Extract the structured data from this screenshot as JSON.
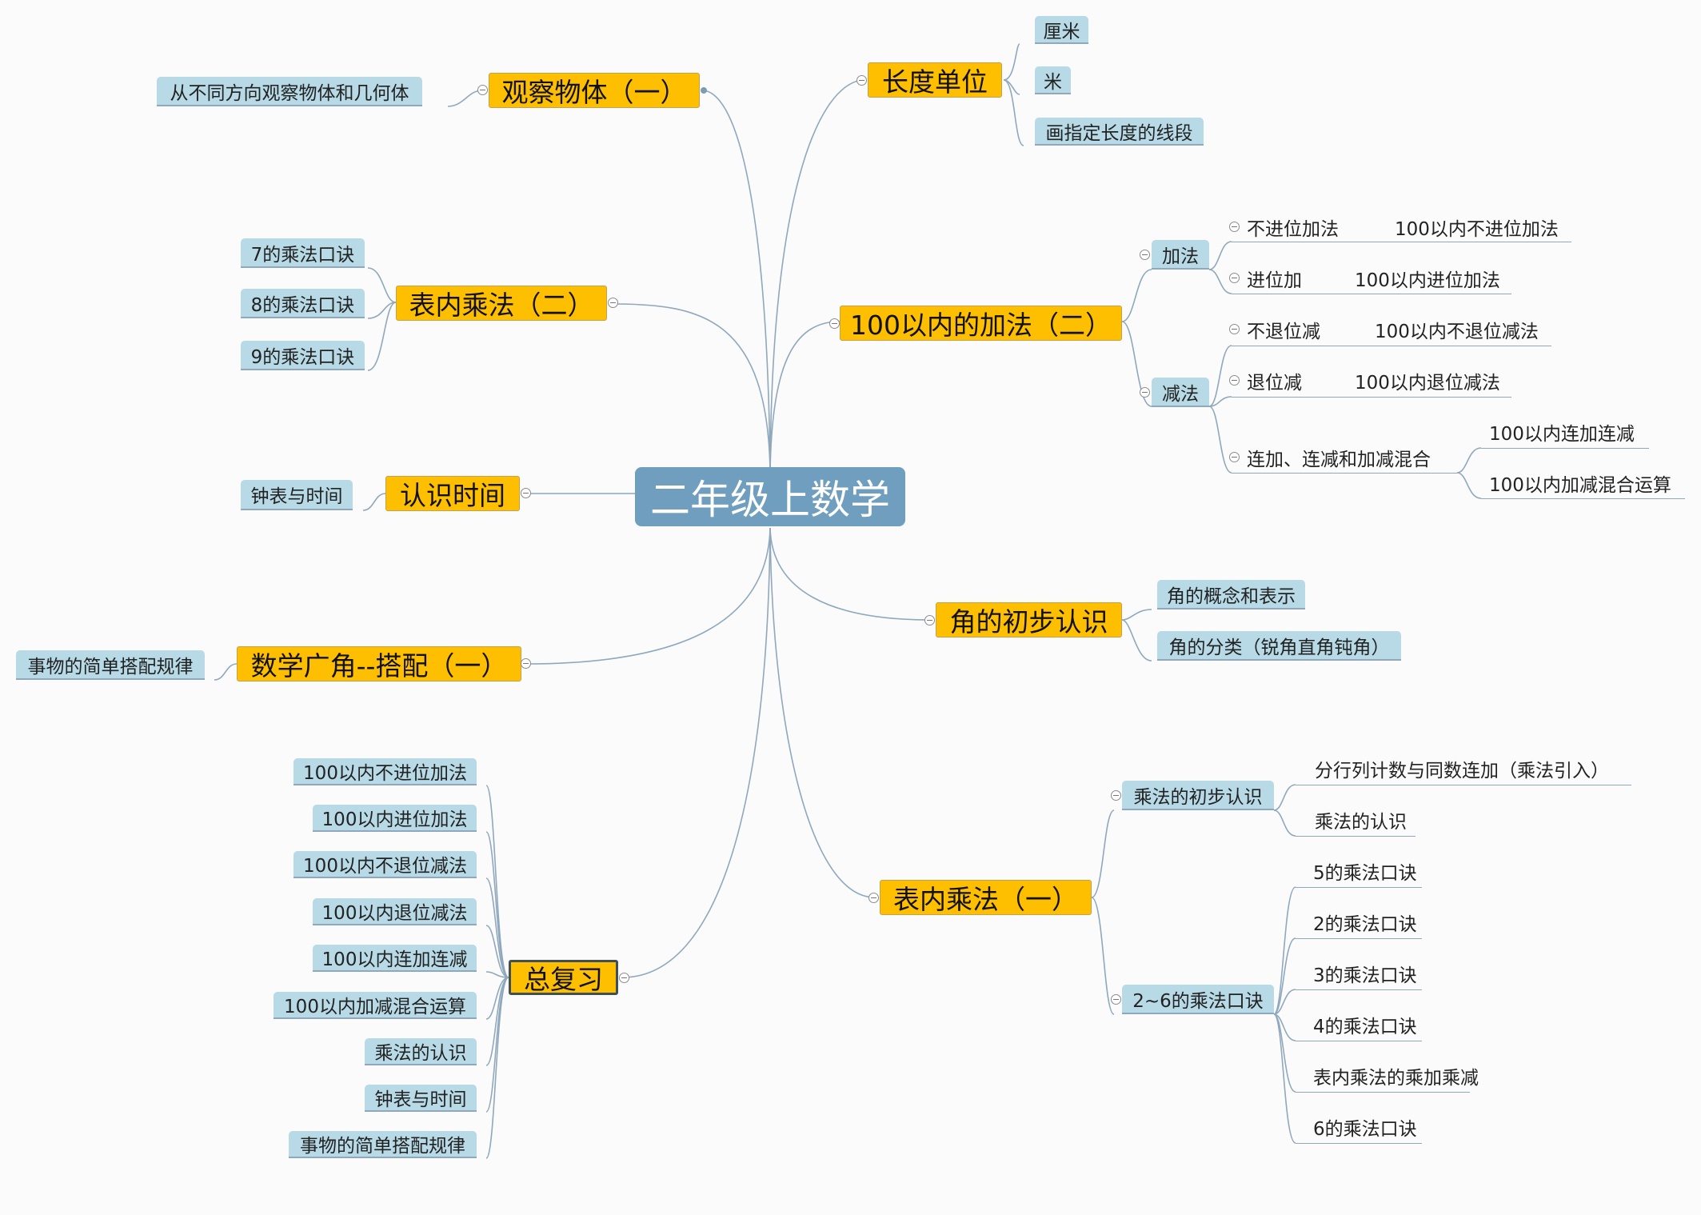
{
  "root": {
    "label": "二年级上数学"
  },
  "branches": [
    {
      "id": "b1",
      "label": "观察物体（一）",
      "children": [
        {
          "label": "从不同方向观察物体和几何体"
        }
      ]
    },
    {
      "id": "b2",
      "label": "表内乘法（二）",
      "children": [
        {
          "label": "7的乘法口诀"
        },
        {
          "label": "8的乘法口诀"
        },
        {
          "label": "9的乘法口诀"
        }
      ]
    },
    {
      "id": "b3",
      "label": "认识时间",
      "children": [
        {
          "label": "钟表与时间"
        }
      ]
    },
    {
      "id": "b4",
      "label": "数学广角--搭配（一）",
      "children": [
        {
          "label": "事物的简单搭配规律"
        }
      ]
    },
    {
      "id": "b5",
      "label": "总复习",
      "children": [
        {
          "label": "100以内不进位加法"
        },
        {
          "label": "100以内进位加法"
        },
        {
          "label": "100以内不退位减法"
        },
        {
          "label": "100以内退位减法"
        },
        {
          "label": "100以内连加连减"
        },
        {
          "label": "100以内加减混合运算"
        },
        {
          "label": "乘法的认识"
        },
        {
          "label": "钟表与时间"
        },
        {
          "label": "事物的简单搭配规律"
        }
      ]
    },
    {
      "id": "b6",
      "label": "长度单位",
      "children": [
        {
          "label": "厘米"
        },
        {
          "label": "米"
        },
        {
          "label": "画指定长度的线段"
        }
      ]
    },
    {
      "id": "b7",
      "label": "100以内的加法（二）",
      "children": [
        {
          "label": "加法",
          "children": [
            {
              "label": "不进位加法",
              "children": [
                {
                  "label": "100以内不进位加法"
                }
              ]
            },
            {
              "label": "进位加",
              "children": [
                {
                  "label": "100以内进位加法"
                }
              ]
            }
          ]
        },
        {
          "label": "减法",
          "children": [
            {
              "label": "不退位减",
              "children": [
                {
                  "label": "100以内不退位减法"
                }
              ]
            },
            {
              "label": "退位减",
              "children": [
                {
                  "label": "100以内退位减法"
                }
              ]
            },
            {
              "label": "连加、连减和加减混合",
              "children": [
                {
                  "label": "100以内连加连减"
                },
                {
                  "label": "100以内加减混合运算"
                }
              ]
            }
          ]
        }
      ]
    },
    {
      "id": "b8",
      "label": "角的初步认识",
      "children": [
        {
          "label": "角的概念和表示"
        },
        {
          "label": "角的分类（锐角直角钝角）"
        }
      ]
    },
    {
      "id": "b9",
      "label": "表内乘法（一）",
      "children": [
        {
          "label": "乘法的初步认识",
          "children": [
            {
              "label": "分行列计数与同数连加（乘法引入）"
            },
            {
              "label": "乘法的认识"
            }
          ]
        },
        {
          "label": "2~6的乘法口诀",
          "children": [
            {
              "label": "5的乘法口诀"
            },
            {
              "label": "2的乘法口诀"
            },
            {
              "label": "3的乘法口诀"
            },
            {
              "label": "4的乘法口诀"
            },
            {
              "label": "表内乘法的乘加乘减"
            },
            {
              "label": "6的乘法口诀"
            }
          ]
        }
      ]
    }
  ],
  "colors": {
    "root": "#6f9ebf",
    "main_topic": "#fdbf00",
    "sub_topic": "#b7dae6",
    "connector": "#8fa8bd",
    "background": "#fbfbfb"
  }
}
